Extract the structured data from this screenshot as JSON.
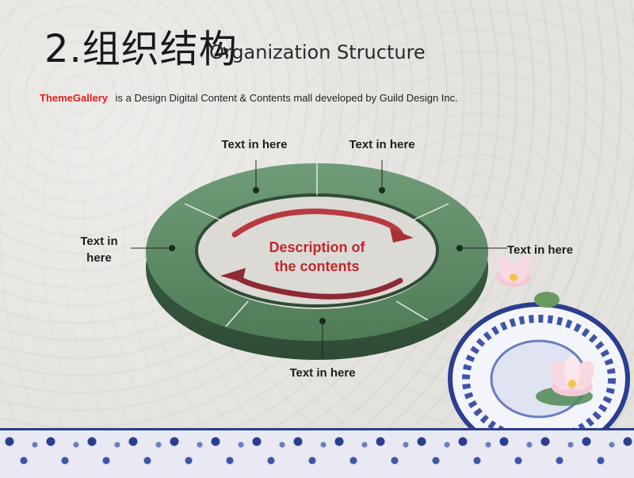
{
  "title": {
    "number_cn": "2.组织结构",
    "english": "Organization Structure"
  },
  "subtitle": {
    "brand": "ThemeGallery",
    "text": "is a Design Digital Content & Contents mall developed by Guild Design Inc."
  },
  "diagram": {
    "description_line1": "Description of",
    "description_line2": "the contents",
    "labels": {
      "top_left": "Text in here",
      "top_right": "Text in here",
      "left_line1": "Text in",
      "left_line2": "here",
      "right": "Text in here",
      "bottom": "Text in here"
    }
  },
  "colors": {
    "ring_top": "#5e8d66",
    "ring_side": "#3b5c42",
    "arrow": "#b83a40",
    "description": "#c0282f",
    "brand": "#e0201c"
  }
}
